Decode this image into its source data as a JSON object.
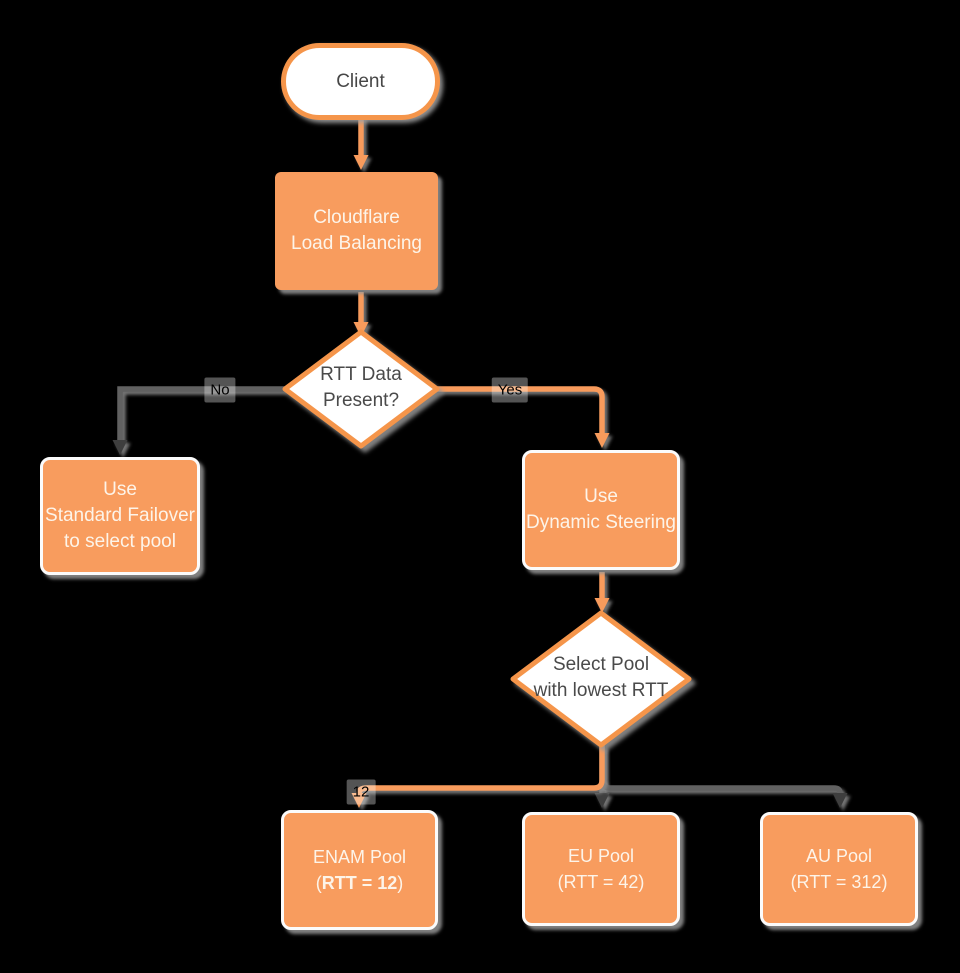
{
  "colors": {
    "background": "#000000",
    "node_fill": "#F89C5E",
    "node_stroke": "#F5954A",
    "white_text": "#FDF4E9",
    "dark_text": "#4A4A4A",
    "gray_line": "#616161",
    "dark_arrow": "#3E3E3E",
    "shadow": "#969696"
  },
  "nodes": {
    "client": {
      "label": "Client"
    },
    "load_balancing": {
      "lines": [
        "Cloudflare",
        "Load Balancing"
      ]
    },
    "rtt_present": {
      "lines": [
        "RTT Data",
        "Present?"
      ]
    },
    "standard_failover": {
      "lines": [
        "Use",
        "Standard Failover",
        "to select pool"
      ]
    },
    "dynamic_steering": {
      "lines": [
        "Use",
        "Dynamic Steering"
      ]
    },
    "select_pool": {
      "lines": [
        "Select Pool",
        "with lowest RTT"
      ]
    },
    "enam_pool": {
      "line1": "ENAM Pool",
      "line2_open": "(",
      "line2_bold": "RTT = 12",
      "line2_close": ")"
    },
    "eu_pool": {
      "lines": [
        "EU Pool",
        "(RTT = 42)"
      ]
    },
    "au_pool": {
      "lines": [
        "AU Pool",
        "(RTT = 312)"
      ]
    }
  },
  "edge_labels": {
    "no": "No",
    "yes": "Yes",
    "selected": "12"
  }
}
